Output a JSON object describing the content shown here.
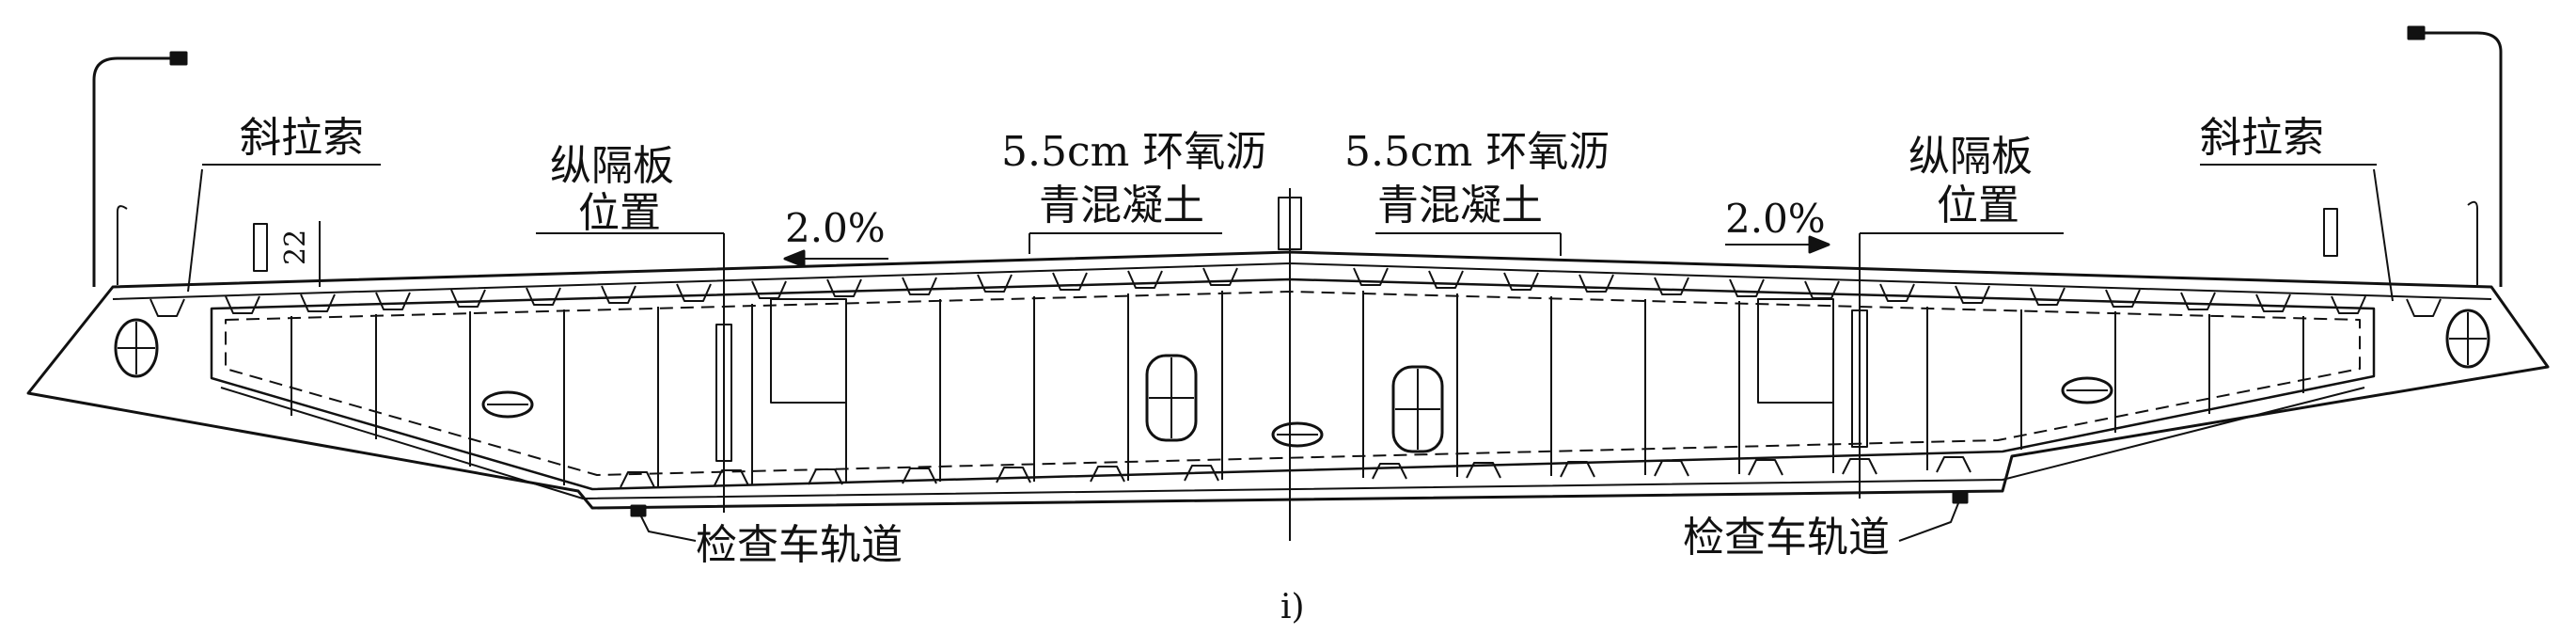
{
  "labels": {
    "cable_left": "斜拉索",
    "cable_right": "斜拉索",
    "diaphragm_left_line1": "纵隔板",
    "diaphragm_left_line2": "位置",
    "diaphragm_right_line1": "纵隔板",
    "diaphragm_right_line2": "位置",
    "pavement_left_line1": "5.5cm 环氧沥",
    "pavement_left_line2": "青混凝土",
    "pavement_right_line1": "5.5cm 环氧沥",
    "pavement_right_line2": "青混凝土",
    "slope_left": "2.0%",
    "slope_right": "2.0%",
    "dimension_22": "22",
    "track_left": "检查车轨道",
    "track_right": "检查车轨道",
    "caption": "i)"
  },
  "colors": {
    "stroke": "#111111",
    "background": "#ffffff"
  }
}
